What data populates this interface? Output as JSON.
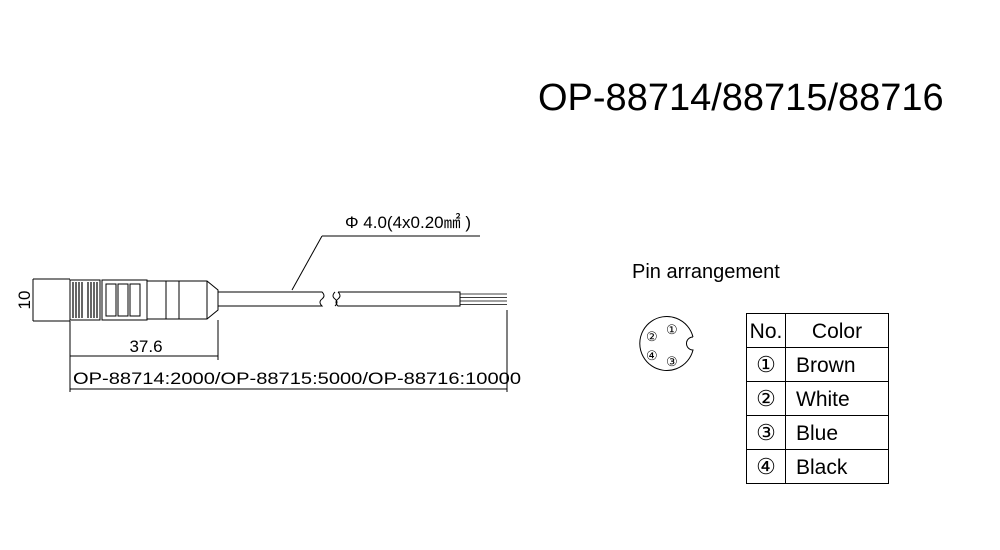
{
  "title": "OP-88714/88715/88716",
  "cable_spec": "Φ 4.0(4x0.20㎟ )",
  "dim_height": "10",
  "dim_connector_length": "37.6",
  "dim_total_length": "OP-88714:2000/OP-88715:5000/OP-88716:10000",
  "pin_arrangement": {
    "heading": "Pin arrangement",
    "pins": [
      "①",
      "②",
      "③",
      "④"
    ]
  },
  "table": {
    "headers": [
      "No.",
      "Color"
    ],
    "rows": [
      {
        "no": "①",
        "color": "Brown"
      },
      {
        "no": "②",
        "color": "White"
      },
      {
        "no": "③",
        "color": "Blue"
      },
      {
        "no": "④",
        "color": "Black"
      }
    ]
  }
}
